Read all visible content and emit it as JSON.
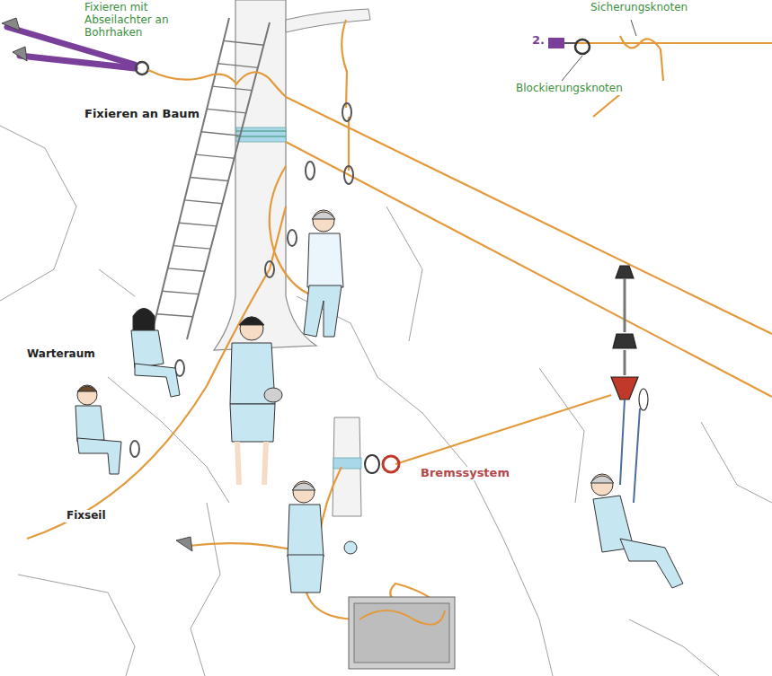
{
  "diagram": {
    "labels": [
      "Fixieren mit Abseilachter an Bohrhaken",
      "Sicherungsknoten",
      "2.",
      "Blockierungsknoten",
      "Fixieren an Baum",
      "Warteraum",
      "Fixseil",
      "Bremssystem"
    ]
  }
}
